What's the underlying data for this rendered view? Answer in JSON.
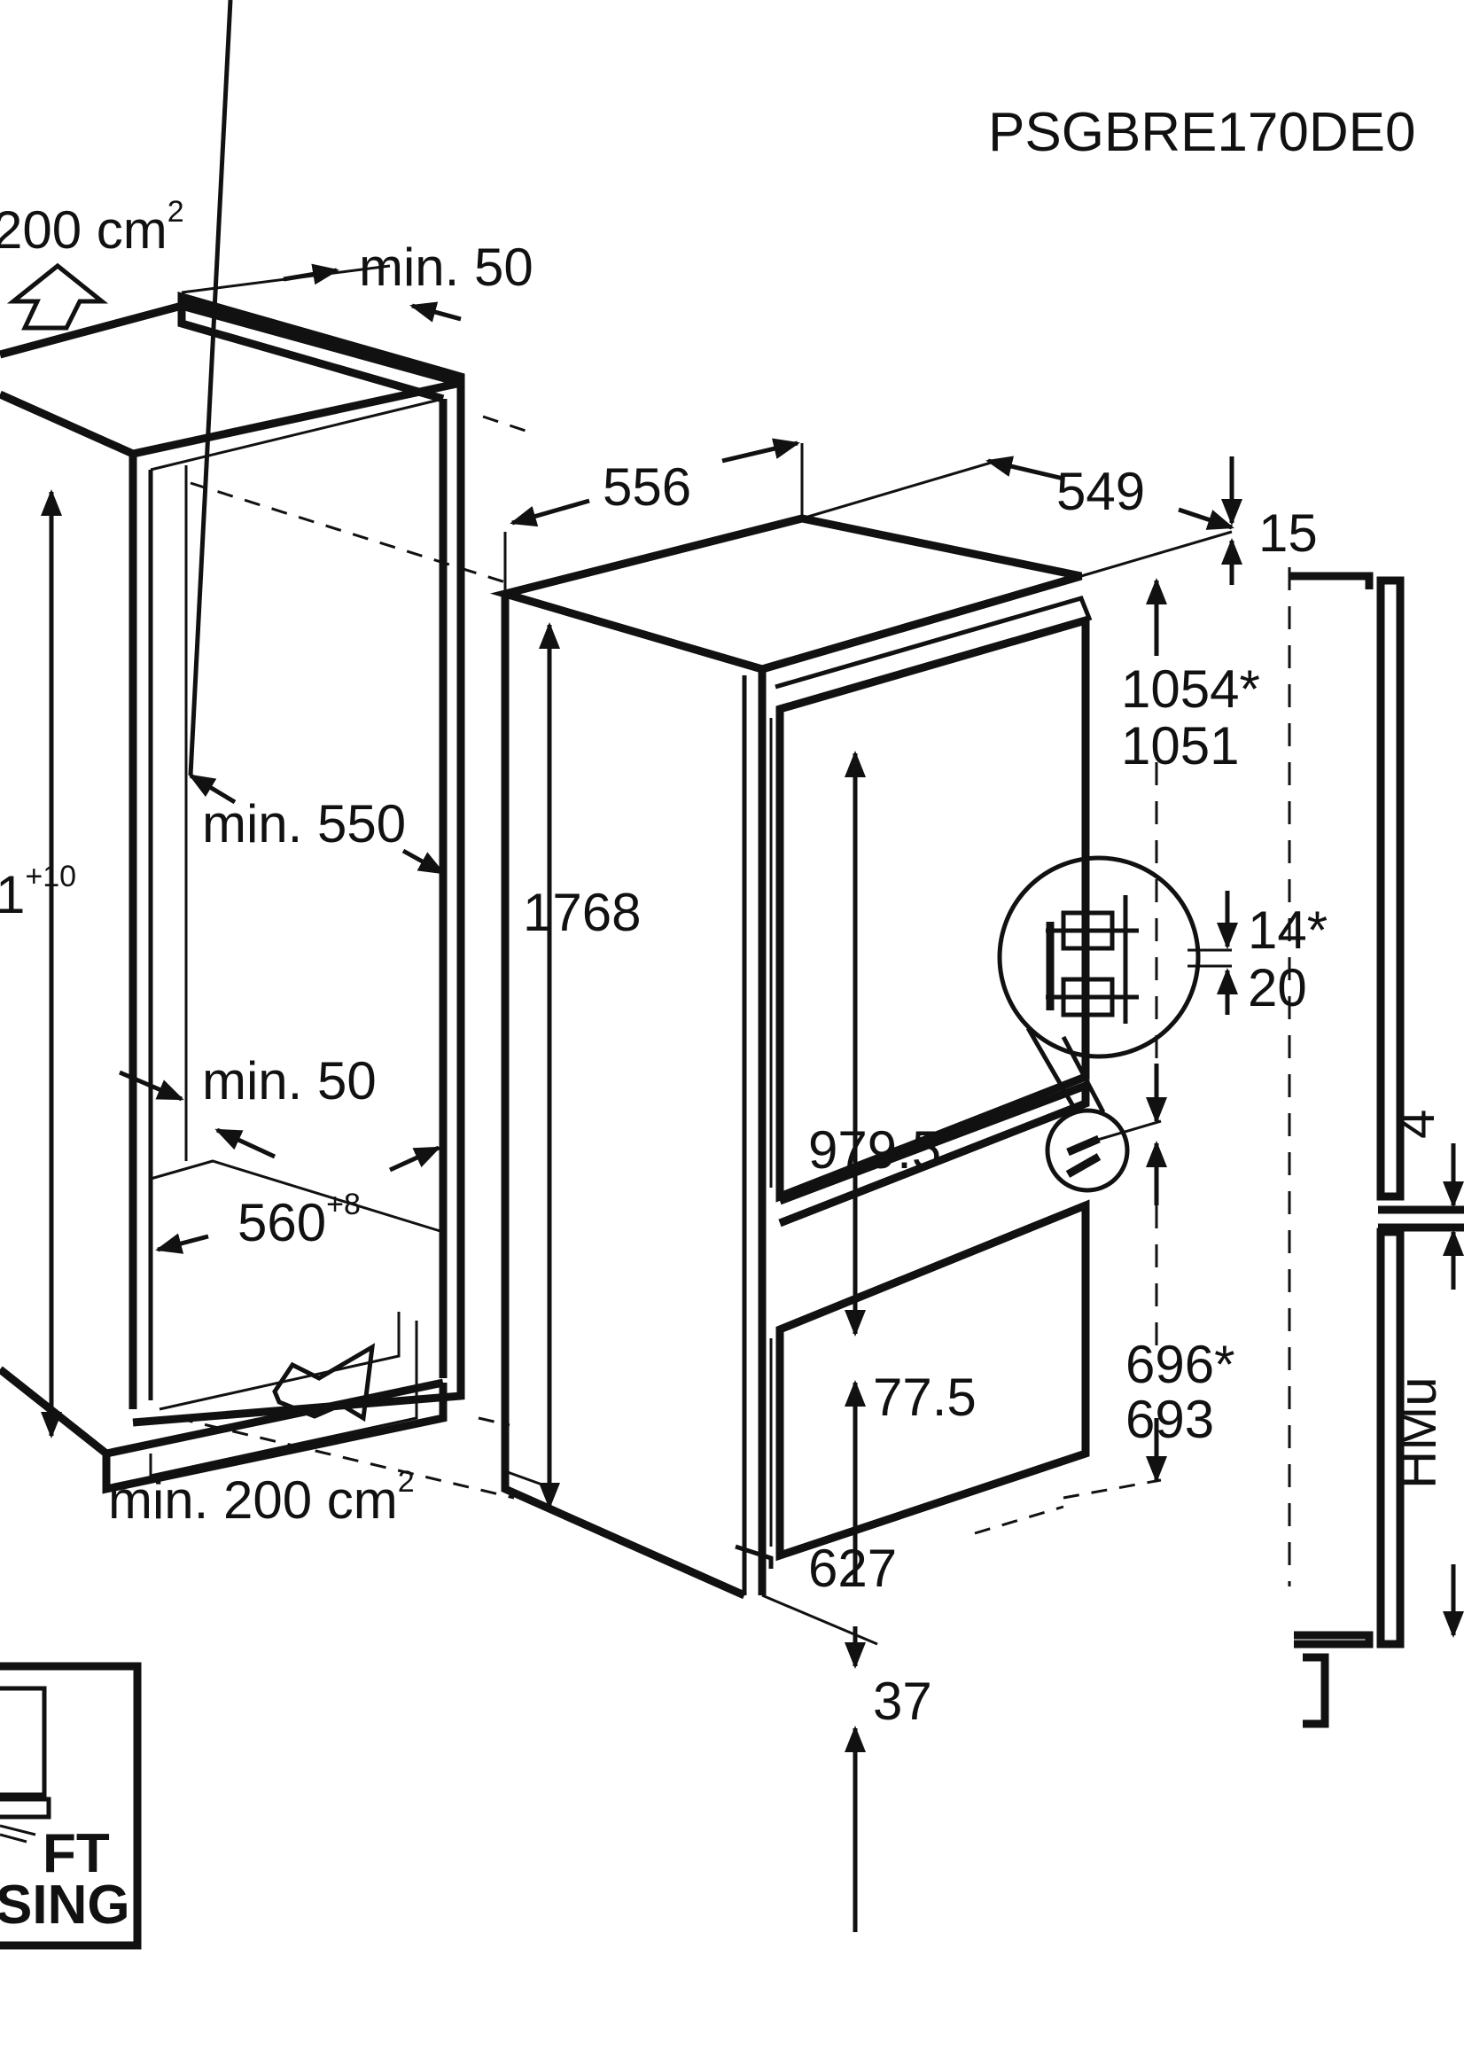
{
  "title": "PSGBRE170DE0",
  "labels": {
    "vent_top": "200 cm",
    "vent_top_sup": "2",
    "min50_top": "min. 50",
    "min550": "min. 550",
    "min50_mid": "min. 50",
    "w560": "560",
    "w560_sup": "+8",
    "h_niche": "1",
    "h_niche_sup": "+10",
    "vent_bottom": "min. 200 cm",
    "vent_bottom_sup": "2",
    "d556": "556",
    "d549": "549",
    "d15": "15",
    "h1768": "1768",
    "h1054s": "1054*",
    "h1051": "1051",
    "h14s": "14*",
    "h20": "20",
    "h979": "979.5",
    "h77": "77.5",
    "h696s": "696*",
    "h693": "693",
    "h627": "627",
    "h37": "37",
    "side4": "4",
    "hmu": "HMu",
    "badge_line1": "FT",
    "badge_line2": "SING"
  },
  "icons": {
    "airflow_arrow": "outline-arrow-icon",
    "hinge_detail": "magnifier-detail-icon",
    "badge_device": "monitor-icon"
  }
}
